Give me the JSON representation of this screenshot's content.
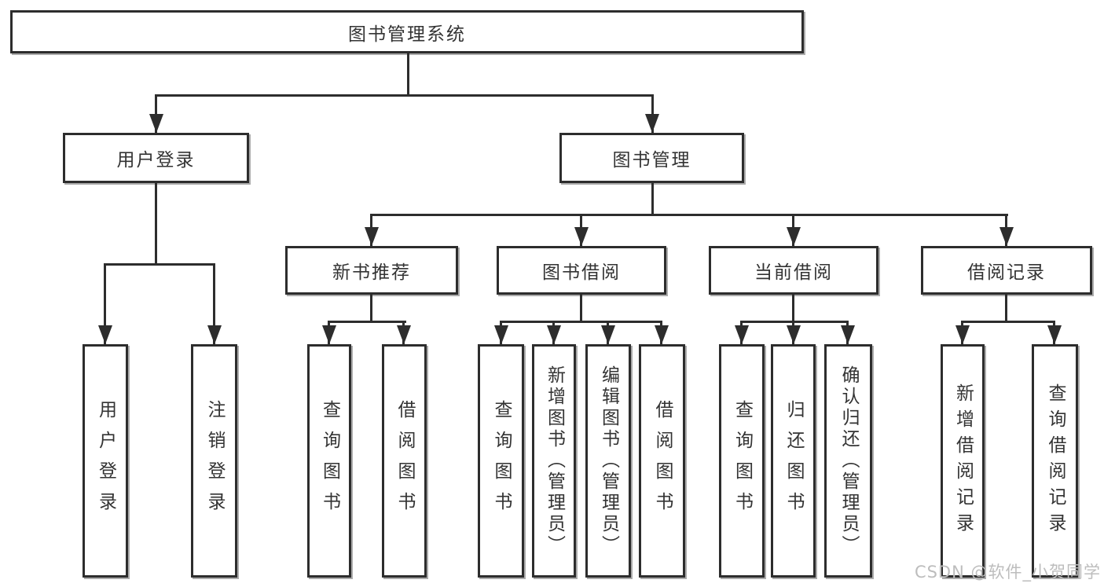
{
  "tree": {
    "label": "图书管理系统",
    "children": [
      {
        "label": "用户登录",
        "children": [
          {
            "label": "用户登录"
          },
          {
            "label": "注销登录"
          }
        ]
      },
      {
        "label": "图书管理",
        "children": [
          {
            "label": "新书推荐",
            "children": [
              {
                "label": "查询图书"
              },
              {
                "label": "借阅图书"
              }
            ]
          },
          {
            "label": "图书借阅",
            "children": [
              {
                "label": "查询图书"
              },
              {
                "label": "新增图书（管理员）"
              },
              {
                "label": "编辑图书（管理员）"
              },
              {
                "label": "借阅图书"
              }
            ]
          },
          {
            "label": "当前借阅",
            "children": [
              {
                "label": "查询图书"
              },
              {
                "label": "归还图书"
              },
              {
                "label": "确认归还（管理员）"
              }
            ]
          },
          {
            "label": "借阅记录",
            "children": [
              {
                "label": "新增借阅记录"
              },
              {
                "label": "查询借阅记录"
              }
            ]
          }
        ]
      }
    ]
  },
  "watermark": {
    "text": "CSDN @软件_小贺同学"
  },
  "colors": {
    "line": "#2d2d2d",
    "box_border": "#2d2d2d",
    "text": "#333333",
    "background": "#ffffff",
    "watermark": "#bdbdbd"
  }
}
